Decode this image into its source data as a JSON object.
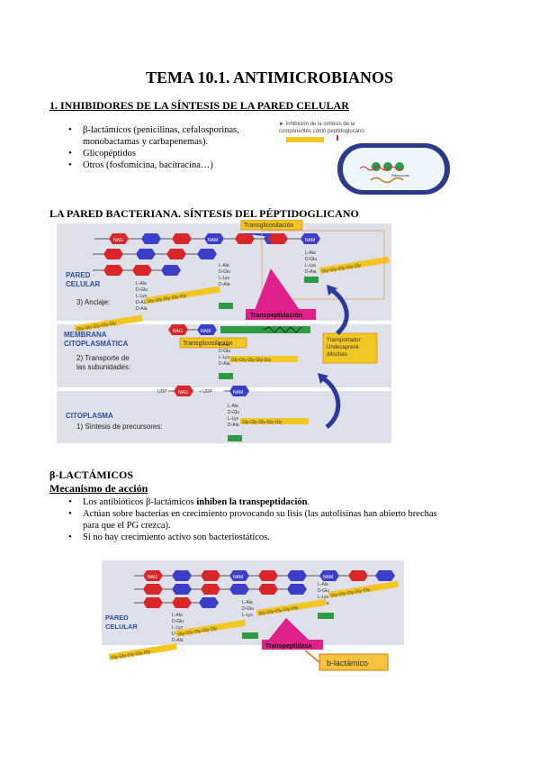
{
  "title": "TEMA 10.1. ANTIMICROBIANOS",
  "section1": {
    "heading": "1. INHIBIDORES DE LA SÍNTESIS DE LA PARED CELULAR",
    "bullets": [
      "β-lactámicos (penicilinas, cefalosporinas,",
      "monobactamas y carbapenemas).",
      "Glicopéptidos",
      "Otros (fosfomicina, bacitracina…)"
    ],
    "cell_caption": [
      "► Inhibición de la síntesis de la",
      "componentes como peptidoglucano"
    ],
    "cell_label": "Ribosomas"
  },
  "section2": {
    "heading": "LA PARED BACTERIANA. SÍNTESIS DEL PÉPTIDOGLICANO",
    "diagram": {
      "pared_label": [
        "PARED",
        "CELULAR"
      ],
      "anclaje": "3) Anclaje:",
      "membrana_label": [
        "MEMBRANA",
        "CITOPLASMÁTICA"
      ],
      "transporte": [
        "2) Transporte de",
        "las subunidades:"
      ],
      "citoplasma_label": "CITOPLASMA",
      "sintesis": "1) Síntesis de precursores:",
      "transglicosilacion": "Transglicosilación",
      "transpeptidacion": "Transpeptidación",
      "transportador": [
        "Transportador:",
        "Undecaprenil-",
        "difosfato"
      ],
      "nag": "NAG",
      "nam": "NAM",
      "udp": "UDP",
      "plus_udp": "+ UDP",
      "gly5": "Gly-Gly-Gly-Gly-Gly",
      "peptide": [
        "L-Ala",
        "D-Glu",
        "L-Lys",
        "D-Ala",
        "D-Ala"
      ]
    }
  },
  "section3": {
    "heading": "β-LACTÁMICOS",
    "subheading": "Mecanismo de acción",
    "bullet1_pre": "Los antibióticos β-lactámicos ",
    "bullet1_bold": "inhiben la transpeptidación",
    "bullet1_post": ".",
    "bullet2_line1": "Actúan sobre bacterias en crecimiento provocando su lisis (las autolisinas han abierto brechas",
    "bullet2_line2": "para que el PG crezca).",
    "bullet3": "Si no hay crecimiento activo son bacteriostáticos.",
    "diagram": {
      "pared_label": [
        "PARED",
        "CELULAR"
      ],
      "transpeptidasa": "Transpeptidasa",
      "blactamico": "b-lactámico",
      "nag": "NAG",
      "nam": "NAM",
      "gly5": "Gly-Gly-Gly-Gly-Gly",
      "peptide": [
        "L-Ala",
        "D-Glu",
        "L-Lys",
        "D-Ala",
        "D-Ala"
      ]
    }
  },
  "colors": {
    "nag": "#d8262a",
    "nam": "#3a3ec8",
    "gly": "#f2c623",
    "pink": "#e0208a",
    "box": "#dfe0ea",
    "dala": "#2d9b44"
  }
}
